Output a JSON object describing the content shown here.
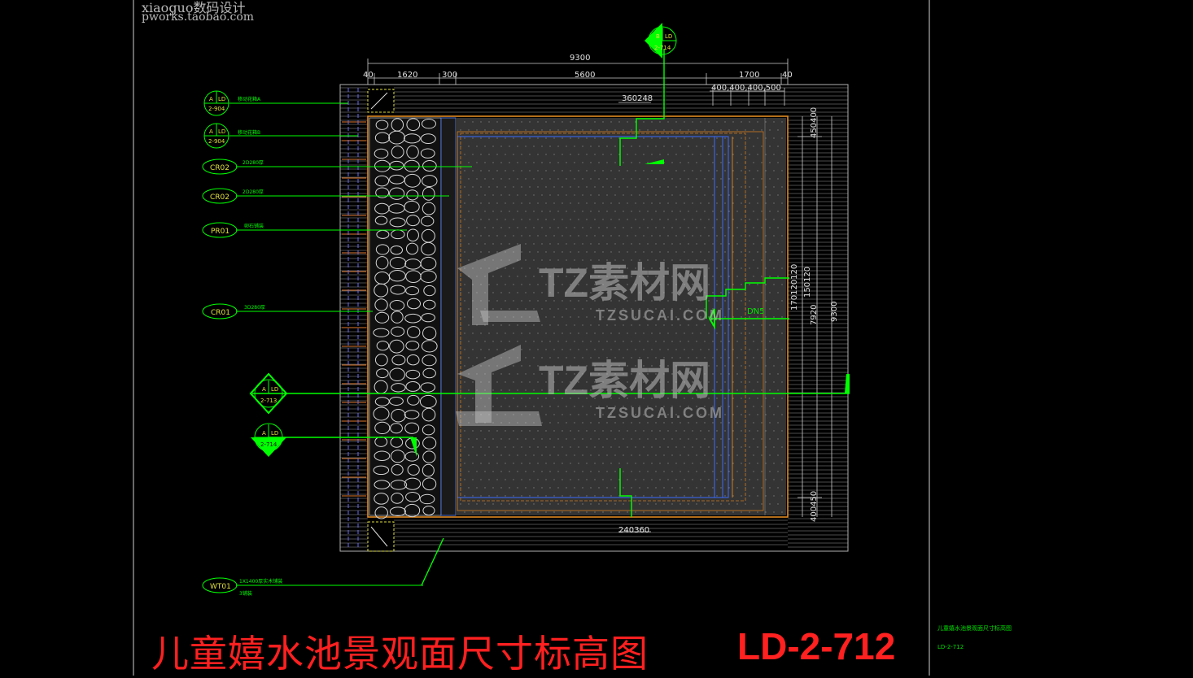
{
  "watermark": {
    "line1": "xiaoguo数码设计",
    "line2": "pworks.taobao.com"
  },
  "stamp": {
    "brand": "TZ素材网",
    "domain": "TZSUCAI.COM"
  },
  "title": {
    "chinese": "儿童嬉水池景观面尺寸标高图",
    "code": "LD-2-712"
  },
  "side_notes": {
    "line1": "儿童嬉水池景观面尺寸标高图",
    "line2": "LD-2-712"
  },
  "dimensions": {
    "top_total": "9300",
    "top_segments": [
      "40",
      "1620",
      "300",
      "5600",
      "1700",
      "40"
    ],
    "top_sub": "400,400,400,500",
    "inner_top": "360248",
    "inner_bottom": "240360",
    "right_outer": "9300",
    "right_mid": "7920",
    "right_top": "450400",
    "right_bottom": "400450",
    "right_steps": "170120120",
    "right_steps2": "150120",
    "drain": "DN5"
  },
  "detail_markers": [
    {
      "top": "A",
      "sub": "LD",
      "ref": "2-904"
    },
    {
      "top": "A",
      "sub": "LD",
      "ref": "2-904"
    },
    {
      "top": "B",
      "sub": "LD",
      "ref": "2-714"
    },
    {
      "top": "A",
      "sub": "LD",
      "ref": "2-713"
    },
    {
      "top": "A",
      "sub": "LD",
      "ref": "2-714"
    }
  ],
  "material_tags": [
    "CR02",
    "CR02",
    "PR01",
    "CR01",
    "WT01"
  ]
}
